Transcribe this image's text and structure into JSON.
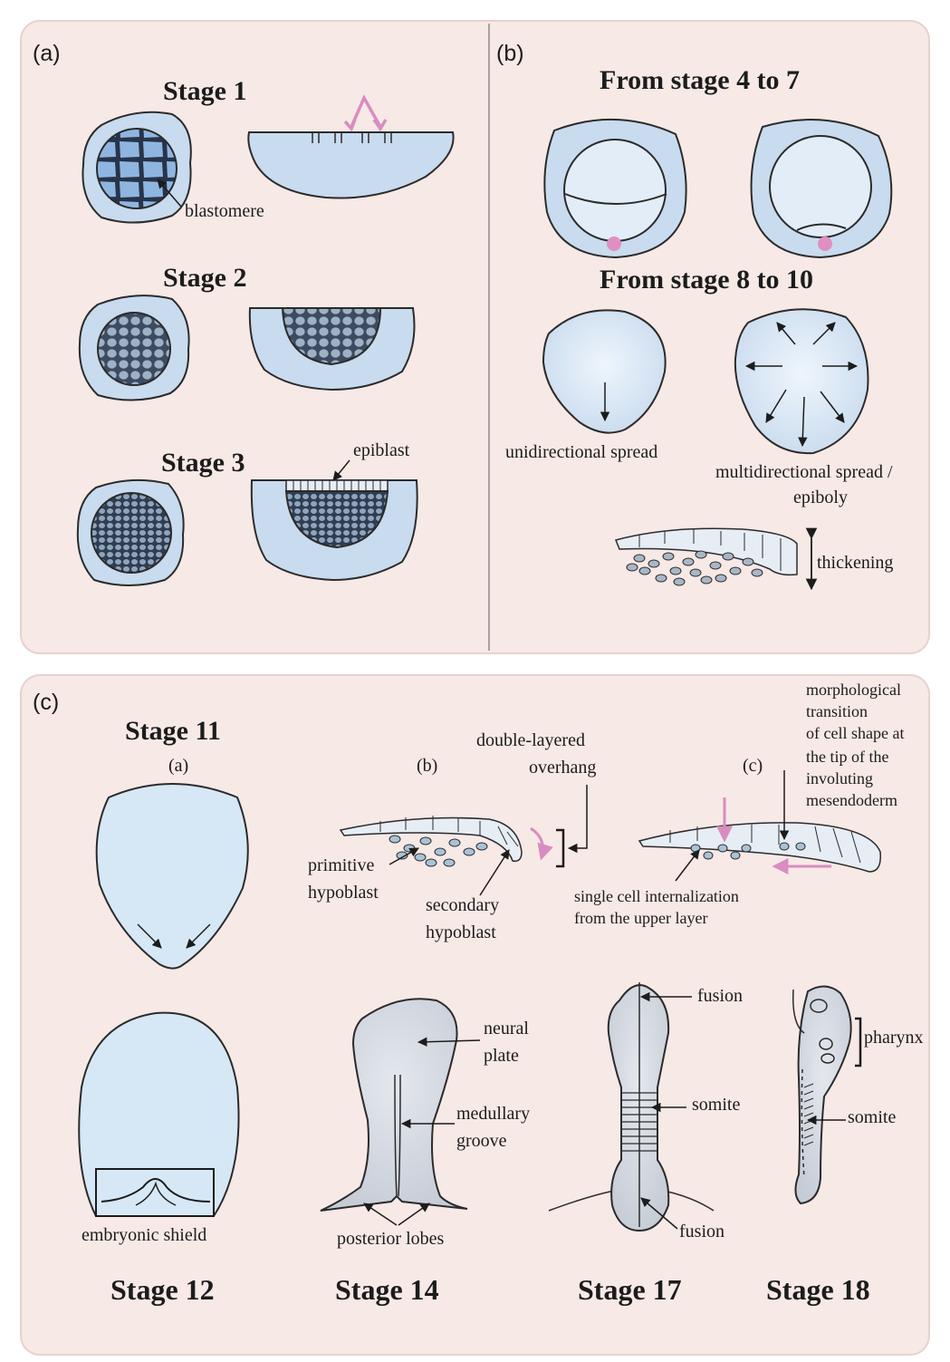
{
  "panels": {
    "a": {
      "label": "(a)",
      "stages": [
        "Stage 1",
        "Stage 2",
        "Stage 3"
      ],
      "annotations": {
        "blastomere": "blastomere",
        "epiblast": "epiblast"
      }
    },
    "b": {
      "label": "(b)",
      "headings": [
        "From stage 4 to 7",
        "From stage 8 to 10"
      ],
      "annotations": {
        "unidirectional": "unidirectional spread",
        "multidirectional_1": "multidirectional spread /",
        "multidirectional_2": "epiboly",
        "thickening": "thickening"
      }
    },
    "c": {
      "label": "(c)",
      "stage11": "Stage 11",
      "sub_labels": [
        "(a)",
        "(b)",
        "(c)"
      ],
      "annotations": {
        "double_layered_1": "double-layered",
        "double_layered_2": "overhang",
        "primitive_1": "primitive",
        "primitive_2": "hypoblast",
        "secondary_1": "secondary",
        "secondary_2": "hypoblast",
        "single_cell_1": "single cell internalization",
        "single_cell_2": "from the upper layer",
        "morph_1": "morphological",
        "morph_2": "transition",
        "morph_3": "of cell shape at",
        "morph_4": "the tip of the",
        "morph_5": "involuting",
        "morph_6": "mesendoderm",
        "embryonic_shield": "embryonic shield",
        "neural_1": "neural",
        "neural_2": "plate",
        "medullary_1": "medullary",
        "medullary_2": "groove",
        "posterior_lobes": "posterior lobes",
        "fusion_top": "fusion",
        "somite_17": "somite",
        "fusion_bottom": "fusion",
        "pharynx": "pharynx",
        "somite_18": "somite"
      },
      "bottom_stages": [
        "Stage 12",
        "Stage 14",
        "Stage 17",
        "Stage 18"
      ]
    }
  },
  "colors": {
    "panel_bg": "#f7e9e6",
    "embryo_fill": "#d6e4f2",
    "embryo_light": "#eaf2fb",
    "cell_dark": "#3a4a5e",
    "arrow_pink": "#d98cc0",
    "outline": "#2b2b2b"
  }
}
